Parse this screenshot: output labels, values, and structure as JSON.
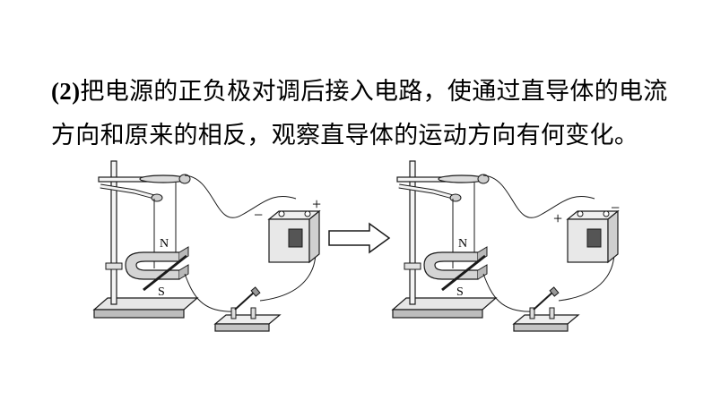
{
  "question": {
    "number": "(2)",
    "text": "把电源的正负极对调后接入电路，使通过直导体的电流方向和原来的相反，观察直导体的运动方向有何变化。"
  },
  "figure": {
    "left": {
      "magnet_north": "N",
      "magnet_south": "S",
      "battery_left_terminal": "−",
      "battery_right_terminal": "+"
    },
    "right": {
      "magnet_north": "N",
      "magnet_south": "S",
      "battery_left_terminal": "+",
      "battery_right_terminal": "−"
    }
  },
  "colors": {
    "line": "#1a1a1a",
    "base_fill": "#d9d9d9",
    "battery_fill": "#e8e8e8"
  }
}
